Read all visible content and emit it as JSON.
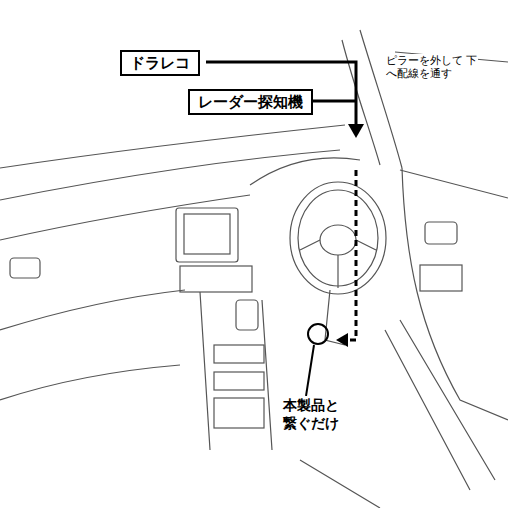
{
  "diagram": {
    "nodes": [
      {
        "text": [
          "ドラレコ"
        ]
      },
      {
        "text": [
          "レーダー探知機"
        ]
      }
    ],
    "labels": [
      "ピラーを外して 下へ配線を通す",
      "本製品と 繋ぐだけ"
    ]
  }
}
